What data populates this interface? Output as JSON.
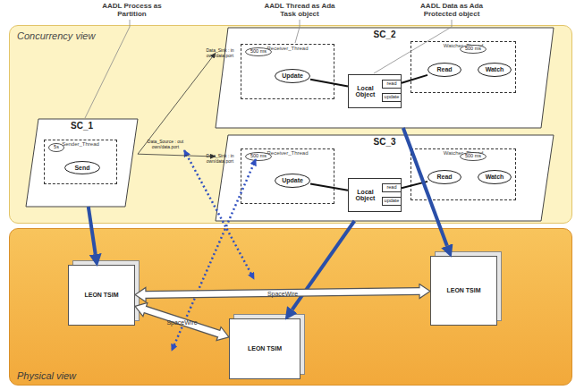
{
  "diagram": {
    "nodes": [
      {
        "text": [
          "Concurrency view"
        ]
      },
      {
        "text": [
          "SC_1"
        ],
        "in": 0
      },
      {
        "text": [
          "Sender_Thread"
        ],
        "in": 1
      },
      {
        "text": [
          "5s"
        ],
        "in": 2
      },
      {
        "text": [
          "Send"
        ],
        "in": 2
      },
      {
        "text": [
          "SC_2"
        ],
        "in": 0
      },
      {
        "text": [
          "Receiver_Thread"
        ],
        "in": 5
      },
      {
        "text": [
          "500 ms"
        ],
        "in": 6
      },
      {
        "text": [
          "Update"
        ],
        "in": 6
      },
      {
        "text": [
          "Local Object"
        ],
        "in": 5
      },
      {
        "text": [
          "read"
        ],
        "in": 9
      },
      {
        "text": [
          "update"
        ],
        "in": 9
      },
      {
        "text": [
          "Watcher_Thread"
        ],
        "in": 5
      },
      {
        "text": [
          "500 ms"
        ],
        "in": 12
      },
      {
        "text": [
          "Read"
        ],
        "in": 12
      },
      {
        "text": [
          "Watch"
        ],
        "in": 12
      },
      {
        "text": [
          "SC_3"
        ],
        "in": 0
      },
      {
        "text": [
          "Receiver_Thread"
        ],
        "in": 16
      },
      {
        "text": [
          "500 ms"
        ],
        "in": 17
      },
      {
        "text": [
          "Update"
        ],
        "in": 17
      },
      {
        "text": [
          "Local Object"
        ],
        "in": 16
      },
      {
        "text": [
          "read"
        ],
        "in": 20
      },
      {
        "text": [
          "update"
        ],
        "in": 20
      },
      {
        "text": [
          "Watcher_Thread"
        ],
        "in": 16
      },
      {
        "text": [
          "500 ms"
        ],
        "in": 23
      },
      {
        "text": [
          "Read"
        ],
        "in": 23
      },
      {
        "text": [
          "Watch"
        ],
        "in": 23
      },
      {
        "text": [
          "Physical view"
        ]
      },
      {
        "text": [
          "LEON TSIM"
        ],
        "in": 27
      },
      {
        "text": [
          "LEON TSIM"
        ],
        "in": 27
      },
      {
        "text": [
          "LEON TSIM"
        ],
        "in": 27
      }
    ],
    "edges": [
      {
        "from": 1,
        "to": 5,
        "arrow": "to"
      },
      {
        "from": 1,
        "to": 16,
        "arrow": "to"
      },
      {
        "from": 8,
        "to": 9,
        "arrow": "none"
      },
      {
        "from": 9,
        "to": 14,
        "arrow": "none"
      },
      {
        "from": 19,
        "to": 20,
        "arrow": "none"
      },
      {
        "from": 20,
        "to": 25,
        "arrow": "none"
      },
      {
        "from": 1,
        "to": 28,
        "arrow": "to"
      },
      {
        "from": 5,
        "to": 29,
        "arrow": "to"
      },
      {
        "from": 16,
        "to": 30,
        "arrow": "to"
      },
      {
        "from": 28,
        "to": 29,
        "label": "SpaceWire",
        "arrow": "both"
      },
      {
        "from": 28,
        "to": 30,
        "label": "SpaceWire",
        "arrow": "both"
      }
    ],
    "labels": [
      "AADL Process as Partition",
      "AADL Thread as Ada Task object",
      "AADL Data as Ada Protected object",
      "Data_Source : out own/data.port",
      "Data_Sink : in own/data.port",
      "Data_Sink : in own/data.port"
    ]
  }
}
